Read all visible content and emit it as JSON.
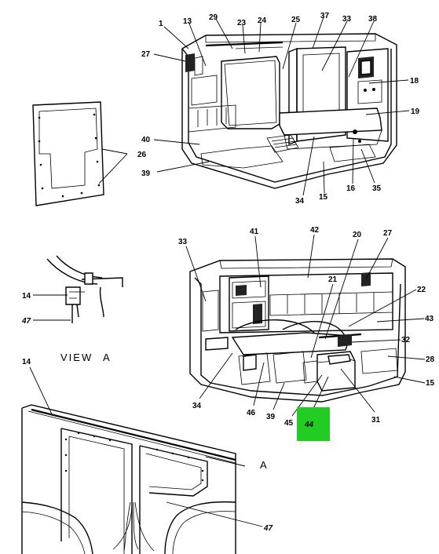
{
  "colors": {
    "highlight": "#22cc22",
    "ink": "#000000",
    "paper": "#ffffff"
  },
  "view_label": "VIEW",
  "view_marker": "A",
  "detail_marker": "A",
  "callouts": {
    "top": [
      "1",
      "13",
      "29",
      "23",
      "24",
      "25",
      "37",
      "33",
      "38",
      "27",
      "18",
      "19",
      "40",
      "26",
      "39",
      "34",
      "15",
      "16",
      "35"
    ],
    "bottom": [
      "33",
      "41",
      "42",
      "20",
      "27",
      "21",
      "22",
      "43",
      "32",
      "28",
      "15",
      "31",
      "44",
      "45",
      "39",
      "46",
      "34"
    ],
    "view": [
      "14",
      "47"
    ],
    "detail": [
      "14",
      "47"
    ]
  },
  "highlighted_item": "44"
}
